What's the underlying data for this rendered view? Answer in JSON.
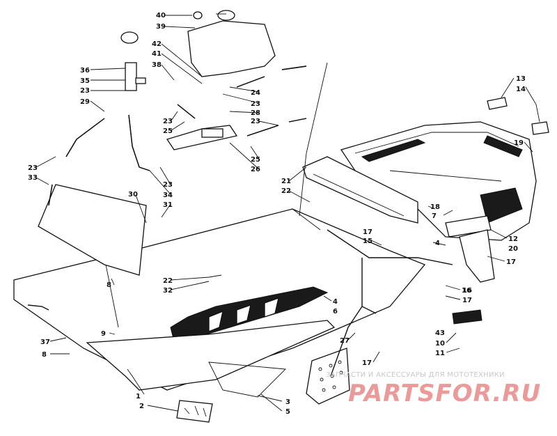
{
  "diagram": {
    "part_labels": [
      "1",
      "2",
      "3",
      "4",
      "5",
      "6",
      "7",
      "8",
      "8",
      "9",
      "10",
      "11",
      "12",
      "13",
      "14",
      "15",
      "16",
      "17",
      "17",
      "17",
      "17",
      "18",
      "19",
      "20",
      "21",
      "22",
      "22",
      "23",
      "23",
      "23",
      "23",
      "23",
      "23",
      "24",
      "25",
      "25",
      "26",
      "27",
      "28",
      "29",
      "30",
      "31",
      "32",
      "33",
      "34",
      "35",
      "36",
      "37",
      "38",
      "39",
      "40",
      "41",
      "42",
      "43",
      "16",
      "4"
    ],
    "watermark": {
      "caption": "ЗАПЧАСТИ И АКСЕССУАРЫ ДЛЯ МОТОТЕХНИКИ",
      "logo": "PARTSFOR.RU"
    }
  }
}
